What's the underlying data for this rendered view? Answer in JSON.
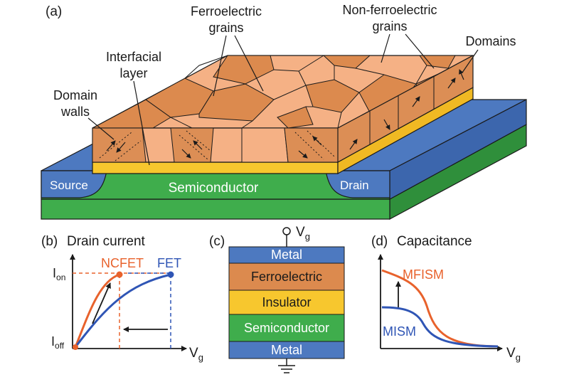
{
  "panel_a": {
    "tag": "(a)",
    "ferro_grains": [
      "Ferroelectric",
      "grains"
    ],
    "nonferro_grains": [
      "Non-ferroelectric",
      "grains"
    ],
    "domains": "Domains",
    "interfacial": [
      "Interfacial",
      "layer"
    ],
    "domain_walls": [
      "Domain",
      "walls"
    ],
    "source": "Source",
    "drain": "Drain",
    "semiconductor": "Semiconductor"
  },
  "panel_b": {
    "tag": "(b)",
    "title": "Drain current",
    "ncfet": "NCFET",
    "fet": "FET",
    "y_on_main": "I",
    "y_on_sub": "on",
    "y_off_main": "I",
    "y_off_sub": "off",
    "x_main": "V",
    "x_sub": "g"
  },
  "panel_c": {
    "tag": "(c)",
    "terminal_main": "V",
    "terminal_sub": "g",
    "layers": [
      "Metal",
      "Ferroelectric",
      "Insulator",
      "Semiconductor",
      "Metal"
    ]
  },
  "panel_d": {
    "tag": "(d)",
    "title": "Capacitance",
    "mfism": "MFISM",
    "mism": "MISM",
    "x_main": "V",
    "x_sub": "g"
  },
  "colors": {
    "grain_dark": "#dc8a4e",
    "grain_light": "#f5b185",
    "side_face": "#dc8e55",
    "yellow": "#f7c72e",
    "blue": "#4d79c0",
    "green": "#3fad4c",
    "red_curve": "#e8622c",
    "blue_curve": "#2f55b5"
  }
}
